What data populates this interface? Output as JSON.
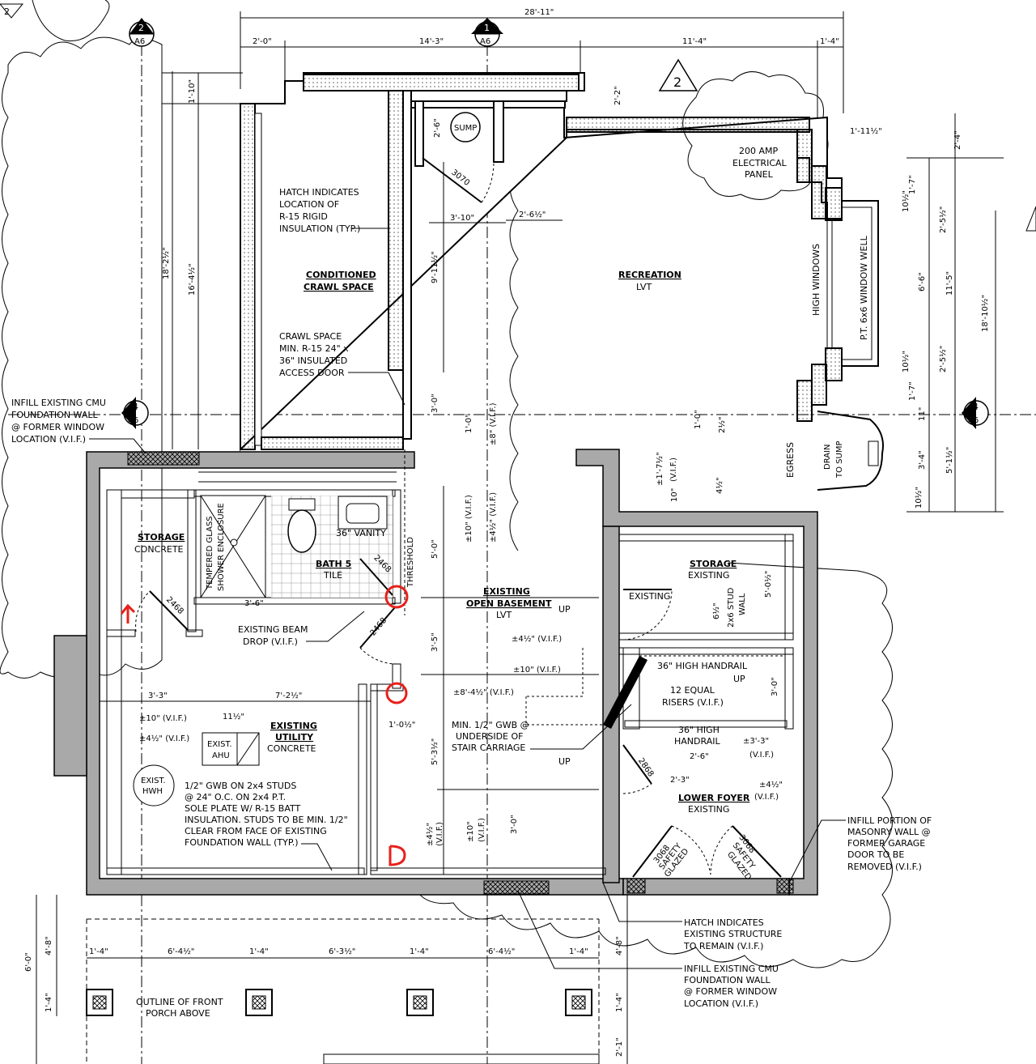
{
  "revision": {
    "tag_left": "2",
    "tag_center": "2"
  },
  "section_markers": [
    {
      "num": "2",
      "sheet": "A6"
    },
    {
      "num": "1",
      "sheet": "A6"
    },
    {
      "num": "4",
      "sheet": "A6"
    },
    {
      "num": "4",
      "sheet": "A6"
    }
  ],
  "rooms": {
    "crawl": {
      "name1": "CONDITIONED",
      "name2": "CRAWL SPACE"
    },
    "recreation": {
      "name": "RECREATION",
      "finish": "LVT"
    },
    "storage_left": {
      "name": "STORAGE",
      "finish": "CONCRETE"
    },
    "bath": {
      "name": "BATH 5",
      "finish": "TILE"
    },
    "open_basement": {
      "name1": "EXISTING",
      "name2": "OPEN BASEMENT",
      "finish": "LVT"
    },
    "storage_right": {
      "name": "STORAGE",
      "finish": "EXISTING"
    },
    "utility": {
      "name1": "EXISTING",
      "name2": "UTILITY",
      "finish": "CONCRETE"
    },
    "lower_foyer": {
      "name": "LOWER FOYER",
      "finish": "EXISTING"
    }
  },
  "notes": {
    "hatch_insulation": [
      "HATCH INDICATES",
      "LOCATION OF",
      "R-15 RIGID",
      "INSULATION (TYP.)"
    ],
    "crawl_door": [
      "CRAWL SPACE",
      "MIN. R-15 24\" x",
      "36\" INSULATED",
      "ACCESS DOOR"
    ],
    "infill_top": [
      "INFILL EXISTING CMU",
      "FOUNDATION WALL",
      "@ FORMER WINDOW",
      "LOCATION (V.I.F.)"
    ],
    "beam_drop": [
      "EXISTING BEAM",
      "DROP (V.I.F.)"
    ],
    "gwb_studs": [
      "1/2\" GWB ON 2x4 STUDS",
      "@ 24\" O.C. ON 2x4 P.T.",
      "SOLE PLATE W/ R-15 BATT",
      "INSULATION. STUDS TO BE MIN. 1/2\"",
      "CLEAR FROM FACE OF EXISTING",
      "FOUNDATION WALL (TYP.)"
    ],
    "stair_gwb": [
      "MIN. 1/2\" GWB @",
      "UNDERSIDE OF",
      "STAIR CARRIAGE"
    ],
    "infill_masonry": [
      "INFILL PORTION OF",
      "MASONRY WALL @",
      "FORMER GARAGE",
      "DOOR TO BE",
      "REMOVED (V.I.F.)"
    ],
    "hatch_existing": [
      "HATCH INDICATES",
      "EXISTING STRUCTURE",
      "TO REMAIN (V.I.F.)"
    ],
    "infill_bottom": [
      "INFILL EXISTING CMU",
      "FOUNDATION WALL",
      "@ FORMER WINDOW",
      "LOCATION (V.I.F.)"
    ],
    "porch": [
      "OUTLINE OF FRONT",
      "PORCH ABOVE"
    ],
    "panel": [
      "200 AMP",
      "ELECTRICAL",
      "PANEL"
    ],
    "sump": "SUMP",
    "vanity": "36\" VANITY",
    "shower": [
      "TEMPERED GLASS",
      "SHOWER ENCLOSURE"
    ],
    "threshold": "THRESHOLD",
    "existing_door": "EXISTING",
    "stud_wall": [
      "6½\"",
      "2x6 STUD",
      "WALL"
    ],
    "handrail_top": "36\" HIGH HANDRAIL",
    "handrail_bot": [
      "36\" HIGH",
      "HANDRAIL"
    ],
    "risers": [
      "12 EQUAL",
      "RISERS (V.I.F.)"
    ],
    "high_windows": "HIGH WINDOWS",
    "window_well": "P.T. 6x6 WINDOW WELL",
    "egress": "EGRESS",
    "drain": [
      "DRAIN",
      "TO SUMP"
    ],
    "ahu": [
      "EXIST.",
      "AHU"
    ],
    "hwh": [
      "EXIST.",
      "HWH"
    ],
    "up": "UP",
    "safety_glazed": [
      "3068",
      "SAFETY",
      "GLAZED"
    ]
  },
  "doors": {
    "d3070": "3070",
    "d2468a": "2468",
    "d2468b": "2468",
    "d2468c": "2468",
    "d2868": "2868"
  },
  "dims": {
    "overall": "28'-11\"",
    "top": [
      "2'-0\"",
      "14'-3\"",
      "11'-4\"",
      "1'-4\""
    ],
    "left_vert": [
      "1'-10\"",
      "18'-2½\"",
      "16'-4½\""
    ],
    "right_vert": [
      "2'-4\"",
      "1'-7\"",
      "10½\"",
      "2'-5½\"",
      "6'-6\"",
      "11'-5\"",
      "18'-10½\"",
      "2'-5½\"",
      "10½\"",
      "1'-7\"",
      "11\"",
      "3'-4\"",
      "5'-1½\"",
      "10½\""
    ],
    "r_small": [
      "2'-2\"",
      "1'-11½\""
    ],
    "sump": [
      "2'-6\"",
      "3'-10\"",
      "2'-6½\"",
      "9'-11½\""
    ],
    "mid": [
      "3'-0\"",
      "1'-0\"",
      "±8\" (V.I.F.)",
      "±1'-7½\"",
      "(V.I.F.)",
      "1'-0\"",
      "2½\"",
      "4½\"",
      "10\"",
      "±10\" (V.I.F.)",
      "±4½\" (V.I.F.)",
      "5'-0\"",
      "3'-6\"",
      "3'-5\"",
      "±4½\" (V.I.F.)",
      "±10\" (V.I.F.)",
      "±8'-4½\" (V.I.F.)",
      "5'-0½\"",
      "3'-0\"",
      "1'-0½\"",
      "5'-3½\"",
      "±3'-3\"",
      "(V.I.F.)",
      "2'-6\"",
      "2'-3\"",
      "±4½\"",
      "(V.I.F.)",
      "3'-0\""
    ],
    "util": [
      "3'-3\"",
      "7'-2½\"",
      "11½\"",
      "±10\" (V.I.F.)",
      "±4½\" (V.I.F.)",
      "±4½\"",
      "(V.I.F.)",
      "±10\"",
      "(V.I.F.)"
    ],
    "porch": [
      "1'-4\"",
      "6'-4½\"",
      "1'-4\"",
      "6'-3½\"",
      "1'-4\"",
      "6'-4½\"",
      "1'-4\""
    ],
    "porch_vert": [
      "6'-0\"",
      "4'-8\"",
      "1'-4\"",
      "4'-8\"",
      "1'-4\"",
      "2'-1\""
    ]
  }
}
